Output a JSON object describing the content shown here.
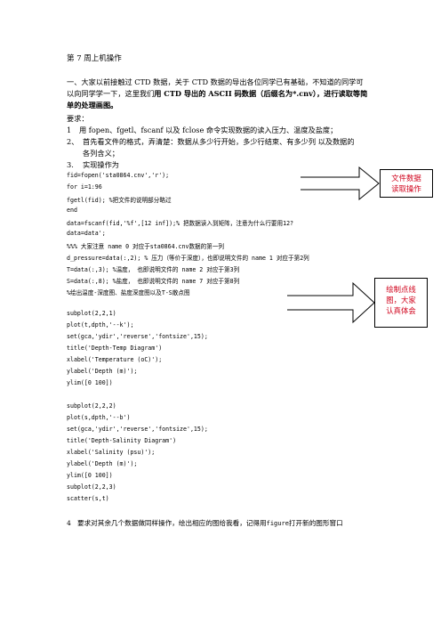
{
  "title": "第 7 周上机操作",
  "intro": {
    "line1": "一、大家以前接触过 CTD 数据，关于 CTD 数据的导出各位同学已有基础，不知道的同学可",
    "line2_plain": "以向同学学一下，这里我们",
    "line2_bold": "用 CTD 导出的 ASCII 码数据（后缀名为*.cnv），进行读取等简",
    "line3_bold": "单的处理画图。"
  },
  "requirements_label": "要求：",
  "items": [
    {
      "num": "1",
      "text": "用 fopen、fgetl、fscanf 以及 fclose 命令实现数据的读入压力、温度及盐度；"
    },
    {
      "num": "2、",
      "text": "首先看文件的格式，弄清楚：数据从多少行开始，多少行结束、有多少列 以及数据的"
    },
    {
      "num": "",
      "text": "各列含义；"
    },
    {
      "num": "3.",
      "text": "实现操作为"
    }
  ],
  "code_block1": [
    "fid=fopen('sta0864.cnv','r');",
    "for i=1:96",
    "fgetl(fid); %把文件的说明部分略过",
    "end",
    "data=fscanf(fid,'%f',[12 inf]);% 把数据读入到矩阵，注意为什么行要用12?",
    "data=data';",
    "%%% 大家注意 name 0 对应于sta0864.cnv数据的第一列",
    "d_pressure=data(:,2); % 压力（等价于深度），也即说明文件的 name 1 对应于第2列",
    "T=data(:,3); %温度，  也即说明文件的 name 2 对应于第3列",
    "S=data(:,8); %盐度，  也即说明文件的 name 7 对应于第8列",
    "%绘出温度-深度图、盐度深度图以及T-S散点图"
  ],
  "code_block2": [
    "subplot(2,2,1)",
    "plot(t,dpth,'--k');",
    "set(gca,'ydir','reverse','fontsize',15);",
    "title('Depth-Temp Diagram')",
    "xlabel('Temperature (oC)');",
    "ylabel('Depth (m)');",
    "ylim([0 100])",
    "",
    "subplot(2,2,2)",
    "plot(s,dpth,'--b')",
    "set(gca,'ydir','reverse','fontsize',15);",
    "title('Depth-Salinity Diagram')",
    "xlabel('Salinity (psu)');",
    "ylabel('Depth (m)');",
    "ylim([0 100])",
    "subplot(2,2,3)",
    "scatter(s,t)"
  ],
  "callout1": {
    "line1": "文件数据",
    "line2": "读取操作"
  },
  "callout2": {
    "line1": "绘制点线",
    "line2": "图，大家",
    "line3": "认真体会"
  },
  "footer": {
    "num": "4",
    "text_a": "要求对其余几个数据做同样操作，绘出相应的图给我看，记得用",
    "code": "figure",
    "text_b": "打开新的图形窗口"
  },
  "colors": {
    "callout_text": "#d0021b",
    "ink": "#000000"
  }
}
